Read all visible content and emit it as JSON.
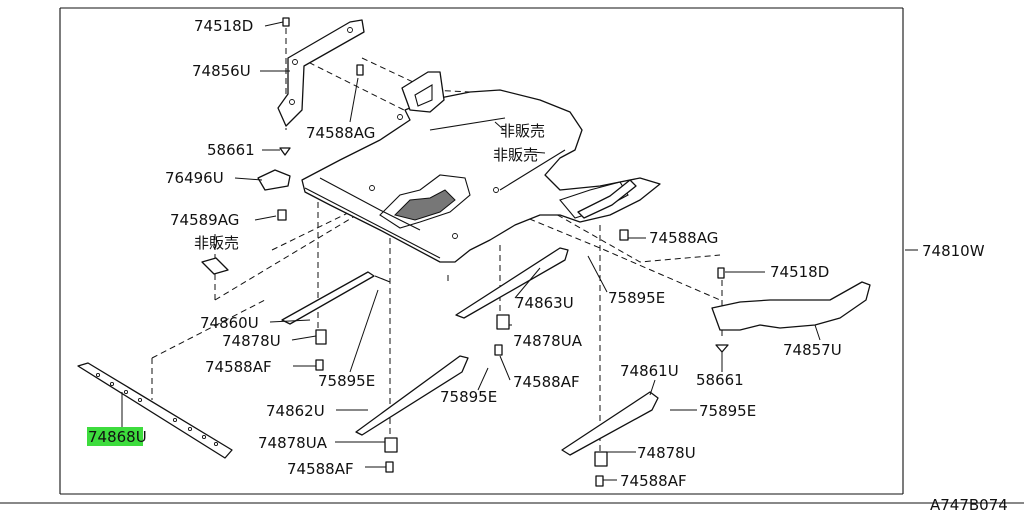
{
  "diagram": {
    "labels": {
      "p74518D_a": "74518D",
      "p74856U": "74856U",
      "p74588AG_a": "74588AG",
      "p58661_a": "58661",
      "p76496U": "76496U",
      "p74589AG": "74589AG",
      "hihanbai_a": "非販売",
      "hihanbai_b": "非販売",
      "hihanbai_c": "非販売",
      "p74588AG_b": "74588AG",
      "p74810W": "74810W",
      "p74518D_b": "74518D",
      "p75895E_a": "75895E",
      "p74863U": "74863U",
      "p74860U": "74860U",
      "p74878U_a": "74878U",
      "p74878UA_a": "74878UA",
      "p74588AF_a": "74588AF",
      "p75895E_b": "75895E",
      "p74588AF_b": "74588AF",
      "p74857U": "74857U",
      "p58661_b": "58661",
      "p74861U": "74861U",
      "p75895E_c": "75895E",
      "p74862U": "74862U",
      "p75895E_d": "75895E",
      "p74868U_head": "74868",
      "p74868U_tail": "U",
      "p74878UA_b": "74878UA",
      "p74878U_b": "74878U",
      "p74588AF_c": "74588AF",
      "p74588AF_d": "74588AF",
      "ref": "A747B074"
    },
    "highlight_color": "#3ddc3d"
  }
}
